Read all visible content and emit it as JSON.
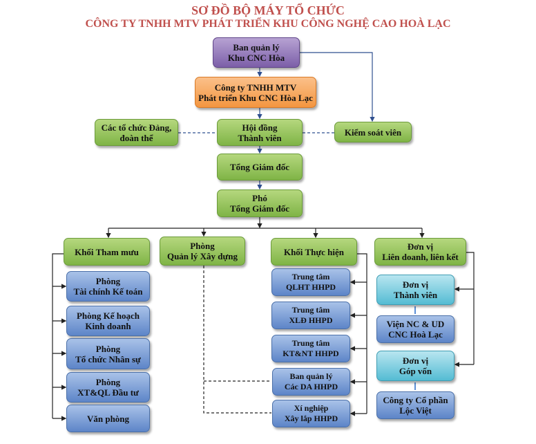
{
  "title": "SƠ ĐỒ BỘ MÁY TỔ CHỨC",
  "subtitle": "CÔNG TY TNHH MTV PHÁT TRIỂN KHU CÔNG NGHỆ CAO HOÀ LẠC",
  "nodes": {
    "bql": "Ban quản lý\nKhu CNC Hòa",
    "cty": "Công ty TNHH MTV\nPhát triển Khu CNC Hòa Lạc",
    "dang": "Các tổ chức Đảng,\nđoàn thể",
    "hdtv": "Hội đồng\nThành viên",
    "ksv": "Kiểm soát viên",
    "tgd": "Tổng Giám đốc",
    "ptgd": "Phó\nTổng Giám đốc",
    "ktm": "Khối Tham mưu",
    "qlxd": "Phòng\nQuản lý Xây dựng",
    "kth": "Khối Thực hiện",
    "ldlk": "Đơn vị\nLiên doanh, liên kết",
    "l1": "Phòng\nTài chính Kế toán",
    "l2": "Phòng Kế hoạch\nKinh doanh",
    "l3": "Phòng\nTổ chức Nhân sự",
    "l4": "Phòng\nXT&QL Đầu tư",
    "l5": "Văn phòng",
    "m1": "Trung tâm\nQLHT HHPD",
    "m2": "Trung tâm\nXLĐ HHPD",
    "m3": "Trung tâm\nKT&NT HHPD",
    "m4": "Ban quản lý\nCác DA HHPD",
    "m5": "Xí nghiệp\nXây lắp HHPD",
    "r1": "Đơn vị\nThành viên",
    "r2": "Viện NC & UD\nCNC Hoà Lạc",
    "r3": "Đơn vị\nGóp vốn",
    "r4": "Công ty Cổ phần\nLộc Việt"
  }
}
